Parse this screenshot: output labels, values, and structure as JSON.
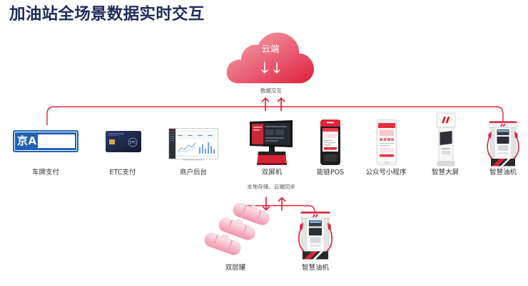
{
  "title": "加油站全场景数据实时交互",
  "cloud": {
    "label": "云端",
    "icon": "cloud-icon",
    "arrows": [
      "arrow-down-icon",
      "arrow-down-icon"
    ]
  },
  "exchange": {
    "label": "数据交互",
    "arrows": [
      "arrow-up-icon",
      "arrow-up-icon"
    ]
  },
  "devices": [
    {
      "label": "车牌支付",
      "icon": "license-plate-icon",
      "plate_text": "京A·"
    },
    {
      "label": "ETC支付",
      "icon": "etc-card-icon",
      "card_text": "ETC"
    },
    {
      "label": "商户后台",
      "icon": "merchant-dashboard-icon"
    },
    {
      "label": "双屏机",
      "icon": "dual-screen-pos-icon"
    },
    {
      "label": "能链POS",
      "icon": "handheld-pos-icon"
    },
    {
      "label": "公众号小程序",
      "icon": "mini-program-phone-icon"
    },
    {
      "label": "智慧大屏",
      "icon": "smart-kiosk-icon"
    },
    {
      "label": "智慧油机",
      "icon": "smart-dispenser-icon"
    }
  ],
  "local_sync": {
    "label": "本地存储、云端同步",
    "arrows": [
      "arrow-down-icon",
      "arrow-up-icon"
    ]
  },
  "local_devices": [
    {
      "label": "双层罐",
      "icon": "double-wall-tank-icon"
    },
    {
      "label": "智慧油机",
      "icon": "smart-dispenser-icon"
    }
  ],
  "colors": {
    "title": "#1d2b5c",
    "accent": "#e0243a",
    "cloud_light": "#f6aab7",
    "cloud_dark": "#df1e3a",
    "plate_blue": "#1f63b6",
    "label": "#333333"
  }
}
